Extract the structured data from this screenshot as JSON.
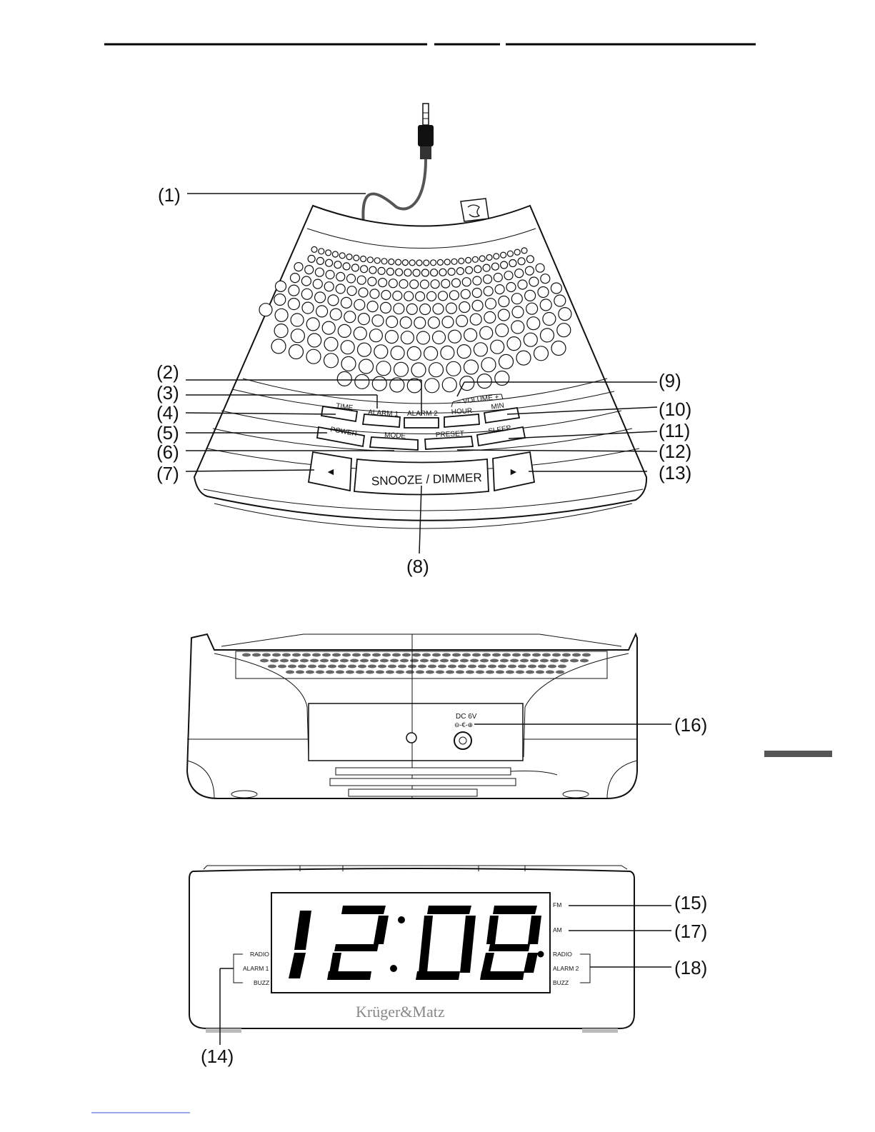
{
  "callouts": {
    "c1": "(1)",
    "c2": "(2)",
    "c3": "(3)",
    "c4": "(4)",
    "c5": "(5)",
    "c6": "(6)",
    "c7": "(7)",
    "c8": "(8)",
    "c9": "(9)",
    "c10": "(10)",
    "c11": "(11)",
    "c12": "(12)",
    "c13": "(13)",
    "c14": "(14)",
    "c15": "(15)",
    "c16": "(16)",
    "c17": "(17)",
    "c18": "(18)"
  },
  "top_view": {
    "buttons": {
      "time": "TIME",
      "alarm1": "ALARM 1",
      "alarm2": "ALARM 2",
      "hour": "HOUR",
      "min": "MIN",
      "volume": "– VOLUME +",
      "power": "POWER",
      "mode": "MODE",
      "preset": "PRESET",
      "sleep": "SLEEP",
      "snooze": "SNOOZE / DIMMER",
      "left_arrow": "◄",
      "right_arrow": "►"
    }
  },
  "rear_view": {
    "dc_label": "DC 6V",
    "polarity": "⊖-€-⊕"
  },
  "front_view": {
    "display_time": "12:08",
    "fm": "FM",
    "am": "AM",
    "left_indicators": [
      "RADIO",
      "ALARM 1",
      "BUZZ"
    ],
    "right_indicators": [
      "RADIO",
      "ALARM 2",
      "BUZZ"
    ],
    "brand": "Krüger&Matz"
  }
}
